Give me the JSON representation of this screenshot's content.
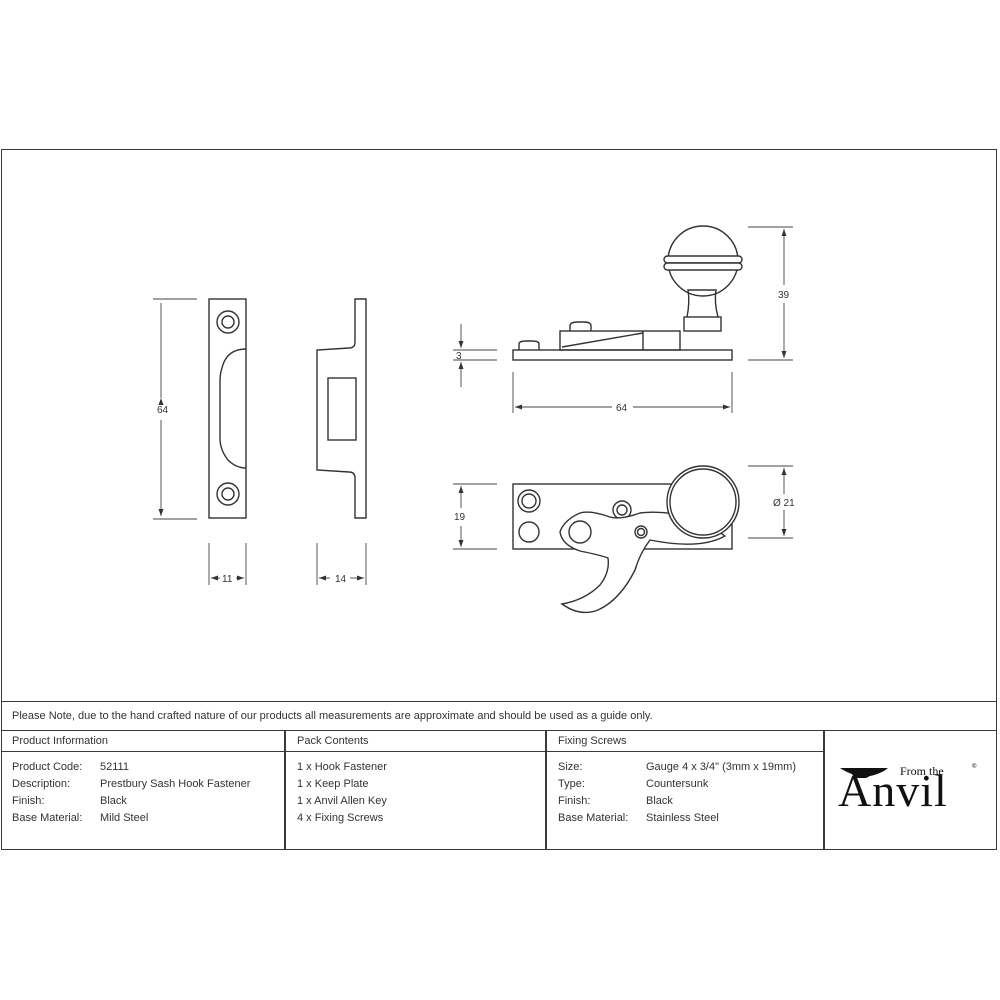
{
  "drawing": {
    "dimensions": {
      "keep_plate_height": "64",
      "keep_plate_width": "11",
      "keep_side_depth": "14",
      "fastener_base_thickness": "3",
      "fastener_height": "39",
      "fastener_length": "64",
      "fastener_width": "19",
      "knob_diameter": "Ø 21"
    }
  },
  "note": "Please Note, due to the hand crafted nature of our products all measurements are approximate and should be used as a guide only.",
  "product_information": {
    "title": "Product Information",
    "rows": [
      {
        "label": "Product Code:",
        "value": "52111"
      },
      {
        "label": "Description:",
        "value": "Prestbury Sash Hook Fastener"
      },
      {
        "label": "Finish:",
        "value": "Black"
      },
      {
        "label": "Base Material:",
        "value": "Mild Steel"
      }
    ]
  },
  "pack_contents": {
    "title": "Pack Contents",
    "items": [
      "1 x Hook Fastener",
      "1 x Keep Plate",
      "1 x Anvil Allen Key",
      "4 x Fixing Screws"
    ]
  },
  "fixing_screws": {
    "title": "Fixing Screws",
    "rows": [
      {
        "label": "Size:",
        "value": "Gauge 4 x 3/4\" (3mm x 19mm)"
      },
      {
        "label": "Type:",
        "value": "Countersunk"
      },
      {
        "label": "Finish:",
        "value": "Black"
      },
      {
        "label": "Base Material:",
        "value": "Stainless Steel"
      }
    ]
  },
  "logo": {
    "from_text": "From the",
    "brand_text": "Anvil",
    "reg_mark": "®"
  },
  "colors": {
    "line": "#3a3a3a",
    "text": "#333333",
    "background": "#ffffff"
  }
}
